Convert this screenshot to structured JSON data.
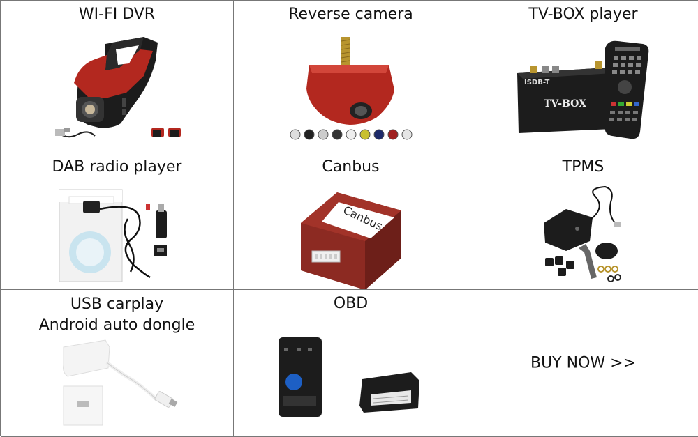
{
  "products": [
    {
      "title": "WI-FI DVR",
      "image": "wifi-dvr-image"
    },
    {
      "title": "Reverse camera",
      "image": "reverse-camera-image"
    },
    {
      "title": "TV-BOX player",
      "image": "tv-box-image"
    },
    {
      "title": "DAB radio player",
      "image": "dab-radio-image"
    },
    {
      "title": "Canbus",
      "image": "canbus-image"
    },
    {
      "title": "TPMS",
      "image": "tpms-image"
    },
    {
      "title_line1": "USB carplay",
      "title_line2": "Android auto dongle",
      "image": "carplay-dongle-image"
    },
    {
      "title": "OBD",
      "image": "obd-image"
    }
  ],
  "buy_now": "BUY NOW >>",
  "image_text": {
    "isdb": "ISDB-T",
    "tvbox_logo": "TV-BOX",
    "canbus_label": "Canbus"
  },
  "colors": {
    "border": "#777777",
    "camera_red": "#b3281f",
    "device_black": "#1c1c1c"
  }
}
